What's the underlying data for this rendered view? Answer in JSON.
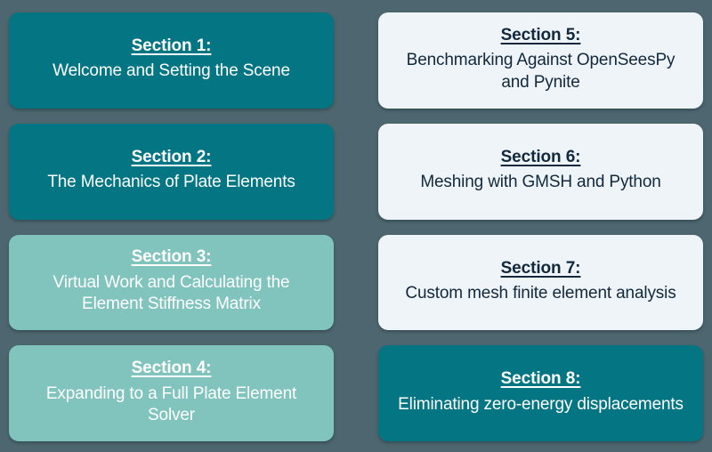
{
  "page": {
    "title": "Course Sections Overview",
    "background_color": "#4d666f",
    "layout": "2-column 4-row grid of section cards"
  },
  "themes": {
    "teal": {
      "background": "#047582",
      "text": "#ffffff"
    },
    "sage": {
      "background": "#80c4bd",
      "text": "#ffffff"
    },
    "pale": {
      "background": "#eef4f7",
      "text": "#12283c"
    }
  },
  "cards": [
    {
      "heading": "Section 1:",
      "body": "Welcome and Setting the Scene",
      "theme": "teal",
      "column": "left",
      "row": 1
    },
    {
      "heading": "Section 5:",
      "body": "Benchmarking Against OpenSeesPy and Pynite",
      "theme": "pale",
      "column": "right",
      "row": 1
    },
    {
      "heading": "Section 2:",
      "body": "The Mechanics of Plate Elements",
      "theme": "teal",
      "column": "left",
      "row": 2
    },
    {
      "heading": "Section 6:",
      "body": "Meshing with GMSH and Python",
      "theme": "pale",
      "column": "right",
      "row": 2
    },
    {
      "heading": "Section 3:",
      "body": "Virtual Work and Calculating the Element Stiffness Matrix",
      "theme": "sage",
      "column": "left",
      "row": 3
    },
    {
      "heading": "Section 7:",
      "body": "Custom mesh finite element analysis",
      "theme": "pale",
      "column": "right",
      "row": 3
    },
    {
      "heading": "Section 4:",
      "body": "Expanding to a Full Plate Element Solver",
      "theme": "sage",
      "column": "left",
      "row": 4
    },
    {
      "heading": "Section 8:",
      "body": "Eliminating zero-energy displacements",
      "theme": "teal",
      "column": "right",
      "row": 4
    }
  ]
}
